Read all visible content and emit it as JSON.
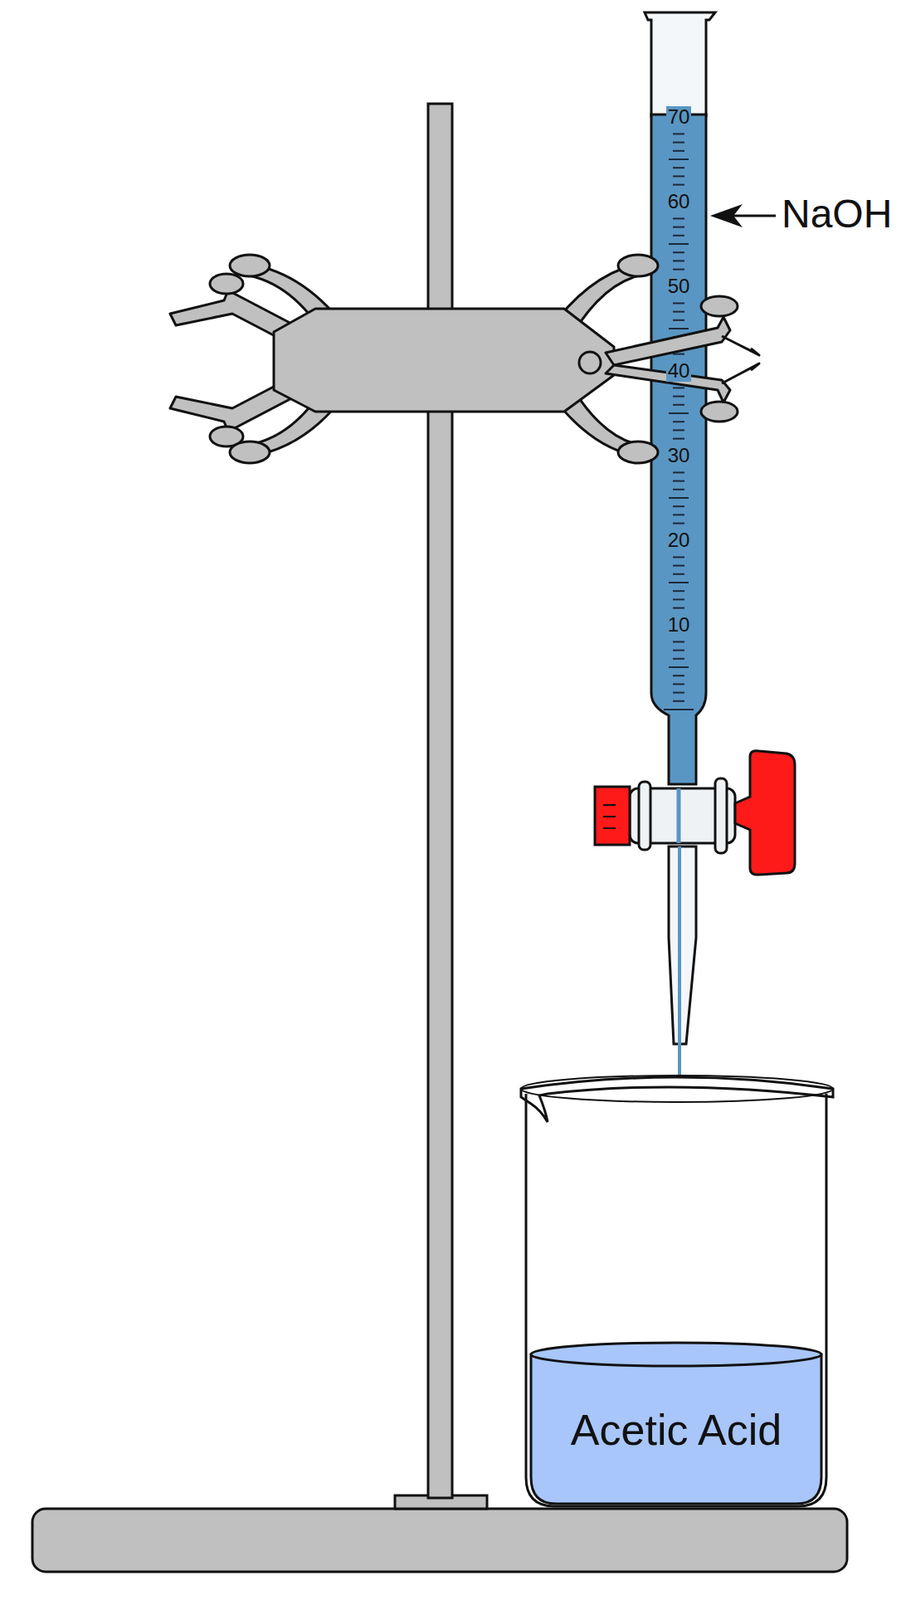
{
  "diagram": {
    "nodes": [
      {
        "text": [
          "Acetic Acid"
        ]
      }
    ],
    "labels": [
      "70",
      "60",
      "50",
      "40",
      "30",
      "20",
      "10",
      "NaOH"
    ]
  }
}
